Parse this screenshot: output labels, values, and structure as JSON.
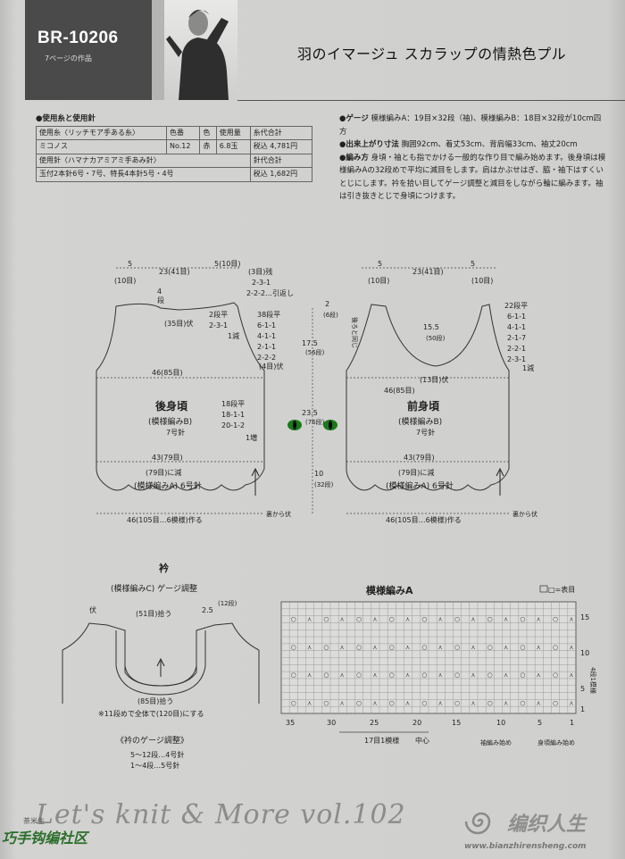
{
  "header": {
    "code": "BR-10206",
    "subcode": "7ページの作品",
    "title": "羽のイマージュ スカラップの情熱色プル"
  },
  "materials": {
    "heading": "●使用糸と使用針",
    "rows": [
      [
        "使用糸〈リッチモア手ある糸〉",
        "色番",
        "色",
        "使用量",
        "糸代合計"
      ],
      [
        "ミコノス",
        "No.12",
        "赤",
        "6.8玉",
        "税込 4,781円"
      ],
      [
        "使用針〈ハマナカアミアミ手あみ針〉",
        "",
        "",
        "",
        "針代合計"
      ],
      [
        "玉付2本針6号・7号、特長4本針5号・4号",
        "",
        "",
        "",
        "税込 1,682円"
      ]
    ]
  },
  "specs": {
    "gauge_label": "●ゲージ",
    "gauge_text": "模様編みA：19目×32段（袖)、模様編みB：18目×32段が10cm四方",
    "size_label": "●出来上がり寸法",
    "size_text": "胸囲92cm、着丈53cm、背肩幅33cm、袖丈20cm",
    "method_label": "●編み方",
    "method_text": "身頃・袖とも指でかける一般的な作り目で編み始めます。後身頃は模様編みAの32段めで平均に減目をします。肩はかぶせはぎ、脇・袖下はすくいとじにします。衿を拾い目してゲージ調整と減目をしながら輪に編みます。袖は引き抜きとじで身頃につけます。"
  },
  "back_piece": {
    "name": "後身頃",
    "pattern": "(模様編みB)",
    "needle": "7号針",
    "top_dims": [
      "5",
      "23(41目)",
      "5(10目)"
    ],
    "left_sub": "(10目)",
    "shoulder_label": "(3目)残",
    "shoulder_rules": [
      "2-3-1",
      "2-2-2…引返し"
    ],
    "neck_4": "4",
    "neck_dan": "段",
    "neck_bind": "(35目)伏",
    "small_rules": [
      "2段平",
      "2-3-1",
      "1減"
    ],
    "arm_rules": [
      "38段平",
      "6-1-1",
      "4-1-1",
      "2-1-1",
      "2-2-2"
    ],
    "arm_bind": "(4目)伏",
    "side_rules": [
      "18段平",
      "18-1-1",
      "20-1-2"
    ],
    "side_inc": "1増",
    "width_top": "46(85目)",
    "width_mid": "43(79目)",
    "dec_note": "(79目)に減",
    "bottom_pattern": "(模様編みA) 6号針",
    "bottom_width": "46(105目…6模様)作る",
    "cast_note": "裏から伏"
  },
  "center_dims": {
    "d2": "2",
    "d2b": "(6段)",
    "d17": "17.5",
    "d17b": "(56段)",
    "d23": "23.5",
    "d23b": "(76段)",
    "d10": "10",
    "d10b": "(32段)"
  },
  "front_piece": {
    "name": "前身頃",
    "pattern": "(模様編みB)",
    "needle": "7号針",
    "top_dims": [
      "5",
      "23(41目)",
      "5"
    ],
    "sub_left": "(10目)",
    "sub_right": "(10目)",
    "side_note": "後ろと同じ",
    "neck_15": "15.5",
    "neck_50": "(50段)",
    "neck_bind": "(13目)伏",
    "rules": [
      "22段平",
      "6-1-1",
      "4-1-1",
      "2-1-7",
      "2-2-1",
      "2-3-1"
    ],
    "dec": "1減",
    "width_top": "46(85目)",
    "width_mid": "43(79目)",
    "dec_note": "(79目)に減",
    "bottom_pattern": "(模様編みA) 6号針",
    "bottom_width": "46(105目…6模様)作る",
    "cast_note": "裏から伏"
  },
  "collar": {
    "title": "衿",
    "subtitle": "(模様編みC) ゲージ調整",
    "bind": "伏",
    "top_pick": "(51目)拾う",
    "side_25": "2.5",
    "side_12": "(12段)",
    "bottom_pick": "(85目)拾う",
    "note": "※11段めで全体で(120目)にする",
    "gauge_title": "《衿のゲージ調整》",
    "gauge_lines": [
      "5〜12段…4号針",
      "1〜4段…5号針"
    ]
  },
  "chart": {
    "title": "模様編みA",
    "legend": "□=表目",
    "col_labels": [
      "35",
      "30",
      "25",
      "20",
      "15",
      "10",
      "5",
      "1"
    ],
    "row_labels": [
      "15",
      "10",
      "5",
      "1"
    ],
    "side_note": "4段1模様",
    "repeat_note": "17目1模様",
    "center_note": "中心",
    "sleeve_start": "袖編み始め",
    "body_start": "身頃編み始め"
  },
  "footer": {
    "brand": "Let's knit & More vol.102",
    "watermark_left": "巧手钩编社区",
    "watermark_tag": "茶米生",
    "watermark_cn": "编织人生",
    "watermark_site": "www.bianzhirensheng.com"
  }
}
